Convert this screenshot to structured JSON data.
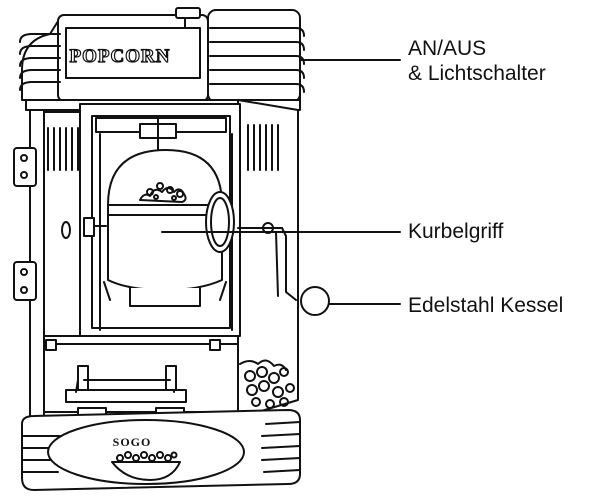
{
  "machine": {
    "sign_text": "POPCORN",
    "brand_text": "SOGO"
  },
  "callouts": {
    "on_off_switch": {
      "line1": "AN/AUS",
      "line2": "& Lichtschalter"
    },
    "crank_handle": "Kurbelgriff",
    "steel_kettle": "Edelstahl Kessel"
  }
}
